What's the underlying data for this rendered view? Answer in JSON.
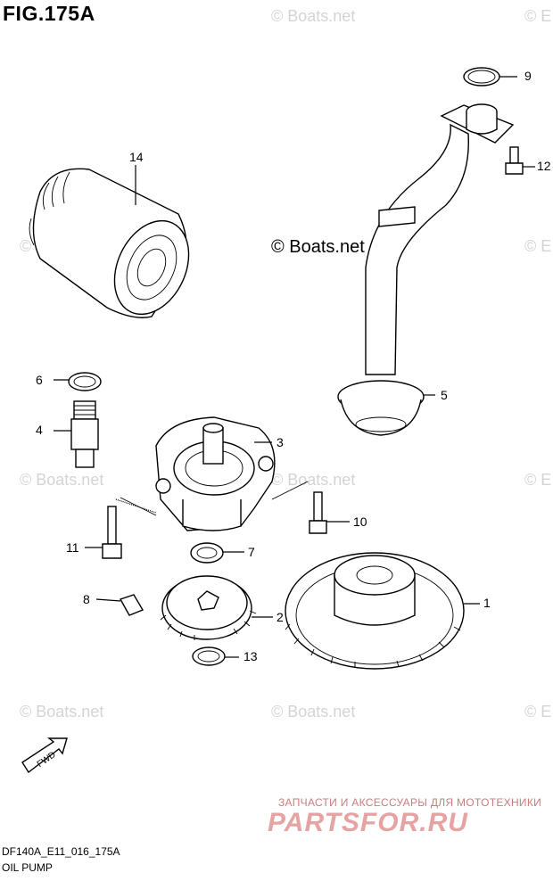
{
  "figure": {
    "title": "FIG.175A",
    "code": "DF140A_E11_016_175A",
    "name": "OIL PUMP"
  },
  "watermarks": {
    "small": "© Boats.net",
    "center": "© Boats.net",
    "edge": "© E"
  },
  "callouts": [
    {
      "id": "1",
      "part": "gear-1"
    },
    {
      "id": "2",
      "part": "rotor-2"
    },
    {
      "id": "3",
      "part": "pump-housing-3"
    },
    {
      "id": "4",
      "part": "fitting-4"
    },
    {
      "id": "5",
      "part": "oil-strainer-5"
    },
    {
      "id": "6",
      "part": "ring-6"
    },
    {
      "id": "7",
      "part": "ring-7"
    },
    {
      "id": "8",
      "part": "pin-8"
    },
    {
      "id": "9",
      "part": "ring-9"
    },
    {
      "id": "10",
      "part": "bolt-10"
    },
    {
      "id": "11",
      "part": "bolt-11"
    },
    {
      "id": "12",
      "part": "bolt-12"
    },
    {
      "id": "13",
      "part": "circlip-13"
    },
    {
      "id": "14",
      "part": "oil-filter-14"
    }
  ],
  "fwd_label": "FWD",
  "ad": {
    "line1": "ЗАПЧАСТИ И АКСЕССУАРЫ ДЛЯ МОТОТЕХНИКИ",
    "line2": "PARTSFOR.RU"
  }
}
